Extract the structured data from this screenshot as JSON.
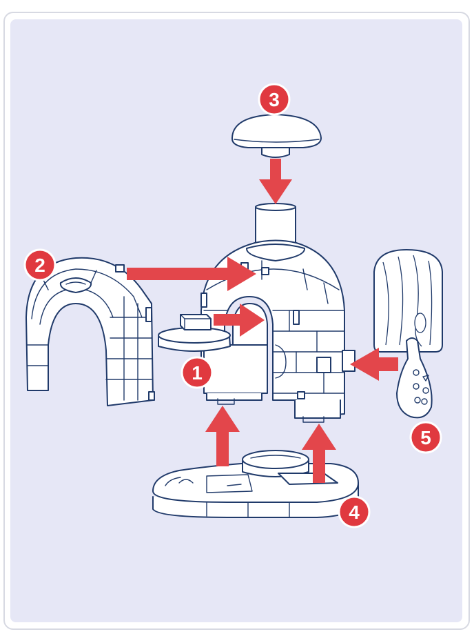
{
  "colors": {
    "panel_bg": "#e6e7f6",
    "line": "#203a6a",
    "arrow": "#e3464b",
    "badge": "#e0393f"
  },
  "steps": [
    {
      "label": "1"
    },
    {
      "label": "2"
    },
    {
      "label": "3"
    },
    {
      "label": "4"
    },
    {
      "label": "5"
    }
  ]
}
